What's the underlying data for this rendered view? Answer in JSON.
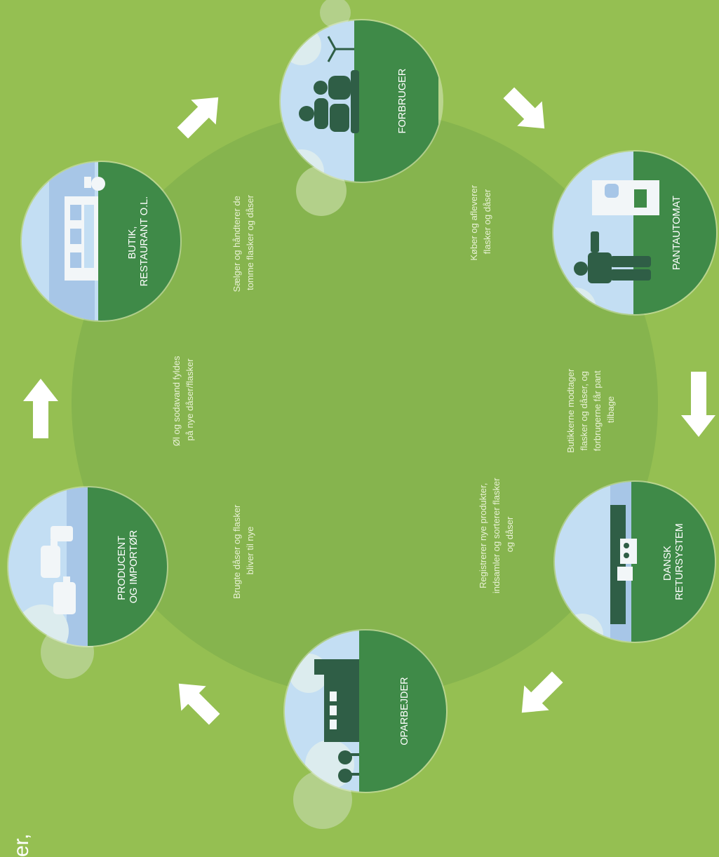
{
  "colors": {
    "background": "#95bf52",
    "inner_circle": "#86b44e",
    "node_green": "#3f8a48",
    "sky": "#c3def3",
    "sky_dark": "#a7c6e7",
    "cloud": "#dcecee",
    "icon": "#2f5e46",
    "arrow": "#ffffff",
    "text": "#ffffff"
  },
  "nodes": [
    {
      "id": "producent",
      "label": [
        "PRODUCENT",
        "OG IMPORTØR"
      ],
      "icon": "bottles-icon"
    },
    {
      "id": "butik",
      "label": [
        "BUTIK,",
        "RESTAURANT O.L."
      ],
      "icon": "shop-icon"
    },
    {
      "id": "forbruger",
      "label": [
        "FORBRUGER"
      ],
      "icon": "family-icon"
    },
    {
      "id": "pantautomat",
      "label": [
        "PANTAUTOMAT"
      ],
      "icon": "reverse-vending-machine-icon"
    },
    {
      "id": "retursystem",
      "label": [
        "DANSK",
        "RETURSYSTEM"
      ],
      "icon": "truck-icon"
    },
    {
      "id": "oparbejder",
      "label": [
        "OPARBEJDER"
      ],
      "icon": "factory-icon"
    }
  ],
  "steps": [
    {
      "id": "fill",
      "lines": [
        "Øl og sodavand fyldes",
        "på nye dåser/flasker"
      ]
    },
    {
      "id": "sell",
      "lines": [
        "Sælger og håndterer de",
        "tomme flasker og dåser"
      ]
    },
    {
      "id": "buy",
      "lines": [
        "Køber og afleverer",
        "flasker og dåser"
      ]
    },
    {
      "id": "receive",
      "lines": [
        "Butikkerne modtager",
        "flasker og dåser, og",
        "forbrugerne får pant",
        "tilbage"
      ]
    },
    {
      "id": "register",
      "lines": [
        "Registrerer nye produkter,",
        "indsamler og sorterer flasker",
        "og dåser"
      ]
    },
    {
      "id": "recycle",
      "lines": [
        "Brugte dåser og flasker",
        "bliver til nye"
      ]
    }
  ],
  "edge_fragment": "er,"
}
